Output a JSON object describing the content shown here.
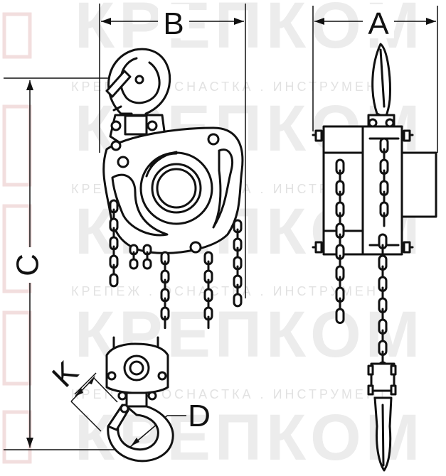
{
  "watermark": {
    "brand": "КРЕПКОМ",
    "tagline": "КРЕПЕЖ . ОСНАСТКА . ИНСТРУМЕНТ"
  },
  "dimensions": {
    "A": "A",
    "B": "B",
    "C": "C",
    "D": "D",
    "K": "K"
  }
}
